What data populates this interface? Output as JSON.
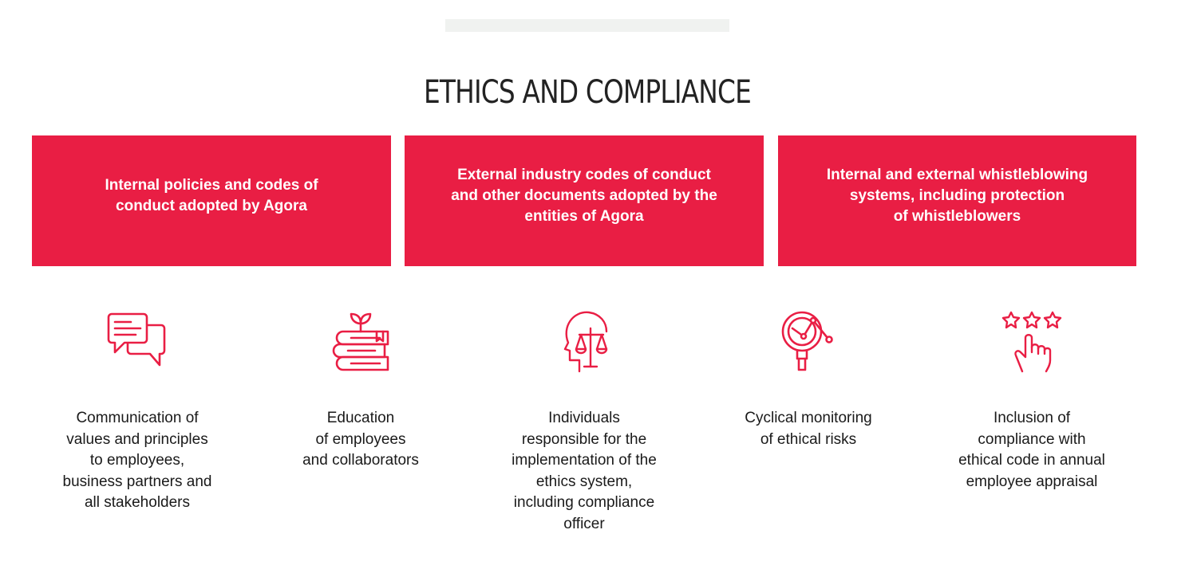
{
  "title": "ETHICS AND COMPLIANCE",
  "colors": {
    "accent": "#e91e44",
    "text": "#1a1a1a",
    "band": "#f0f2f0"
  },
  "boxes": [
    {
      "lines": [
        "Internal policies and codes of",
        "conduct adopted by Agora"
      ]
    },
    {
      "lines": [
        "External industry codes of conduct",
        "and other documents adopted by the",
        "entities of Agora"
      ]
    },
    {
      "lines": [
        "Internal and external whistleblowing",
        "systems, including protection",
        "of whistleblowers"
      ]
    }
  ],
  "items": [
    {
      "icon": "speech-bubbles-icon",
      "lines": [
        "Communication of",
        "values and principles",
        "to employees,",
        "business partners and",
        "all stakeholders"
      ]
    },
    {
      "icon": "books-plant-icon",
      "lines": [
        "Education",
        "of employees",
        "and collaborators"
      ]
    },
    {
      "icon": "head-scales-icon",
      "lines": [
        "Individuals",
        "responsible for the",
        "implementation of the",
        "ethics system,",
        "including compliance",
        "officer"
      ]
    },
    {
      "icon": "magnifier-chart-icon",
      "lines": [
        "Cyclical monitoring",
        "of ethical risks"
      ]
    },
    {
      "icon": "hand-stars-icon",
      "lines": [
        "Inclusion of",
        "compliance with",
        "ethical code in annual",
        "employee appraisal"
      ]
    }
  ]
}
